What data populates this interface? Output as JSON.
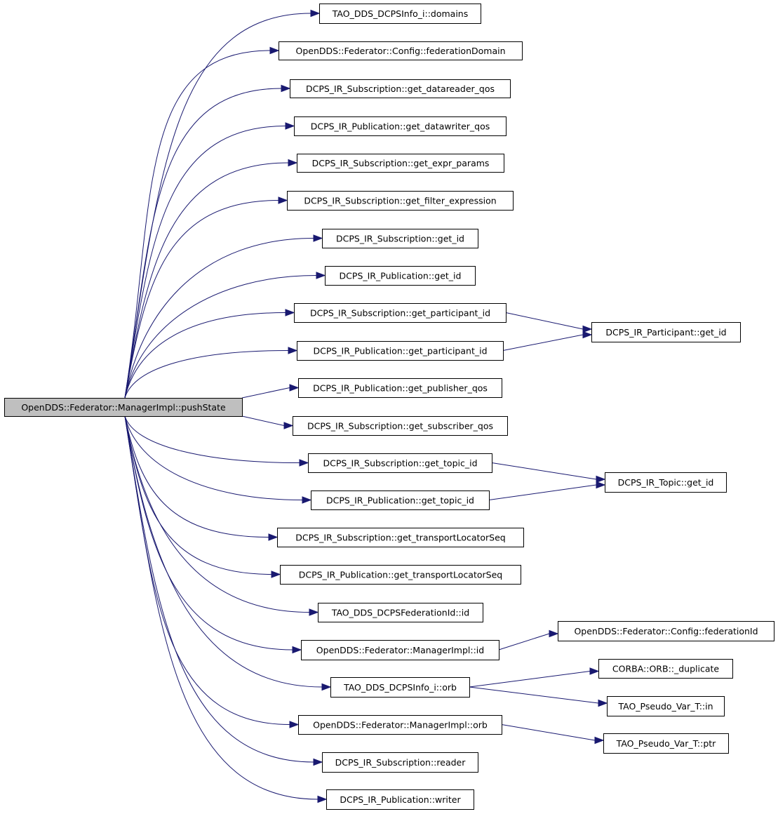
{
  "diagram": {
    "root": {
      "id": "root",
      "label": "OpenDDS::Federator::ManagerImpl::pushState"
    },
    "nodes": [
      {
        "id": "n1",
        "label": "TAO_DDS_DCPSInfo_i::domains"
      },
      {
        "id": "n2",
        "label": "OpenDDS::Federator::Config::federationDomain"
      },
      {
        "id": "n3",
        "label": "DCPS_IR_Subscription::get_datareader_qos"
      },
      {
        "id": "n4",
        "label": "DCPS_IR_Publication::get_datawriter_qos"
      },
      {
        "id": "n5",
        "label": "DCPS_IR_Subscription::get_expr_params"
      },
      {
        "id": "n6",
        "label": "DCPS_IR_Subscription::get_filter_expression"
      },
      {
        "id": "n7",
        "label": "DCPS_IR_Subscription::get_id"
      },
      {
        "id": "n8",
        "label": "DCPS_IR_Publication::get_id"
      },
      {
        "id": "n9",
        "label": "DCPS_IR_Subscription::get_participant_id"
      },
      {
        "id": "n10",
        "label": "DCPS_IR_Publication::get_participant_id"
      },
      {
        "id": "n11",
        "label": "DCPS_IR_Publication::get_publisher_qos"
      },
      {
        "id": "n12",
        "label": "DCPS_IR_Subscription::get_subscriber_qos"
      },
      {
        "id": "n13",
        "label": "DCPS_IR_Subscription::get_topic_id"
      },
      {
        "id": "n14",
        "label": "DCPS_IR_Publication::get_topic_id"
      },
      {
        "id": "n15",
        "label": "DCPS_IR_Subscription::get_transportLocatorSeq"
      },
      {
        "id": "n16",
        "label": "DCPS_IR_Publication::get_transportLocatorSeq"
      },
      {
        "id": "n17",
        "label": "TAO_DDS_DCPSFederationId::id"
      },
      {
        "id": "n18",
        "label": "OpenDDS::Federator::ManagerImpl::id"
      },
      {
        "id": "n19",
        "label": "TAO_DDS_DCPSInfo_i::orb"
      },
      {
        "id": "n20",
        "label": "OpenDDS::Federator::ManagerImpl::orb"
      },
      {
        "id": "n21",
        "label": "DCPS_IR_Subscription::reader"
      },
      {
        "id": "n22",
        "label": "DCPS_IR_Publication::writer"
      },
      {
        "id": "n23",
        "label": "DCPS_IR_Participant::get_id"
      },
      {
        "id": "n24",
        "label": "DCPS_IR_Topic::get_id"
      },
      {
        "id": "n25",
        "label": "OpenDDS::Federator::Config::federationId"
      },
      {
        "id": "n26",
        "label": "CORBA::ORB::_duplicate"
      },
      {
        "id": "n27",
        "label": "TAO_Pseudo_Var_T::in"
      },
      {
        "id": "n28",
        "label": "TAO_Pseudo_Var_T::ptr"
      }
    ],
    "edges": [
      [
        "root",
        "n1"
      ],
      [
        "root",
        "n2"
      ],
      [
        "root",
        "n3"
      ],
      [
        "root",
        "n4"
      ],
      [
        "root",
        "n5"
      ],
      [
        "root",
        "n6"
      ],
      [
        "root",
        "n7"
      ],
      [
        "root",
        "n8"
      ],
      [
        "root",
        "n9"
      ],
      [
        "root",
        "n10"
      ],
      [
        "root",
        "n11"
      ],
      [
        "root",
        "n12"
      ],
      [
        "root",
        "n13"
      ],
      [
        "root",
        "n14"
      ],
      [
        "root",
        "n15"
      ],
      [
        "root",
        "n16"
      ],
      [
        "root",
        "n17"
      ],
      [
        "root",
        "n18"
      ],
      [
        "root",
        "n19"
      ],
      [
        "root",
        "n20"
      ],
      [
        "root",
        "n21"
      ],
      [
        "root",
        "n22"
      ],
      [
        "n9",
        "n23"
      ],
      [
        "n10",
        "n23"
      ],
      [
        "n13",
        "n24"
      ],
      [
        "n14",
        "n24"
      ],
      [
        "n18",
        "n25"
      ],
      [
        "n19",
        "n26"
      ],
      [
        "n19",
        "n27"
      ],
      [
        "n20",
        "n28"
      ]
    ],
    "colors": {
      "edge": "#191970",
      "root_fill": "#bfbfbf",
      "node_fill": "#ffffff",
      "node_border": "#000000"
    }
  }
}
